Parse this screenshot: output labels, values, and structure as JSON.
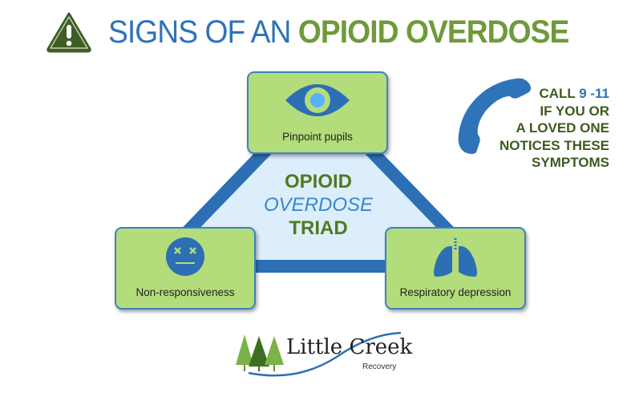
{
  "header": {
    "title_part1": "SIGNS OF AN",
    "title_part2": "OPIOID OVERDOSE",
    "icon": "warning-icon"
  },
  "triad": {
    "line1": "OPIOID",
    "line2": "OVERDOSE",
    "line3": "TRIAD",
    "symptoms": [
      {
        "label": "Pinpoint pupils",
        "icon": "eye-icon"
      },
      {
        "label": "Non-responsiveness",
        "icon": "unconscious-face-icon"
      },
      {
        "label": "Respiratory depression",
        "icon": "lungs-icon"
      }
    ]
  },
  "call": {
    "call_label": "CALL",
    "number": "9 -11",
    "line2": "IF YOU OR",
    "line3": "A LOVED ONE",
    "line4": "NOTICES THESE",
    "line5": "SYMPTOMS",
    "icon": "phone-icon"
  },
  "logo": {
    "name": "Little Creek",
    "sub": "Recovery"
  },
  "colors": {
    "blue": "#2f73b8",
    "green": "#6f9a3a",
    "box": "#b3dc7a",
    "dark_green": "#3e5a1f"
  }
}
